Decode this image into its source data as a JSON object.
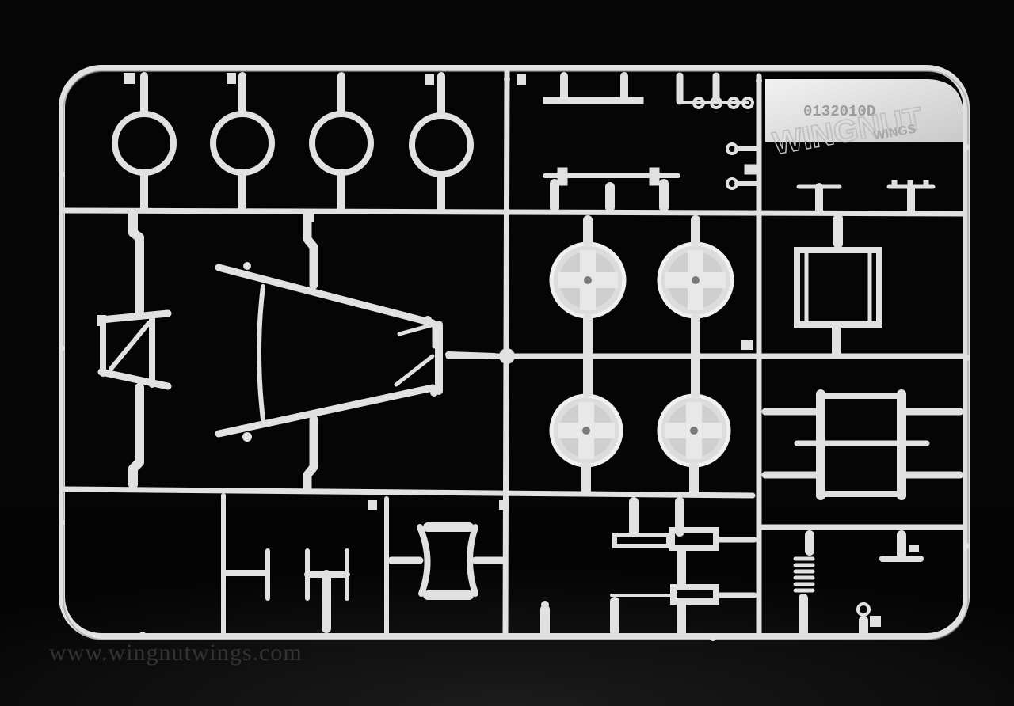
{
  "photo": {
    "part_number": "0132010D",
    "logo_text_top": "WINGNUT",
    "logo_text_bottom": "WINGS",
    "watermark": "www.wingnutwings.com"
  },
  "colors": {
    "background": "#050505",
    "floor": "#0b0b0b",
    "plastic": "#e1e1e1",
    "plastic_shadow": "#a9a9a9",
    "plastic_dark": "#8f8f8f"
  }
}
